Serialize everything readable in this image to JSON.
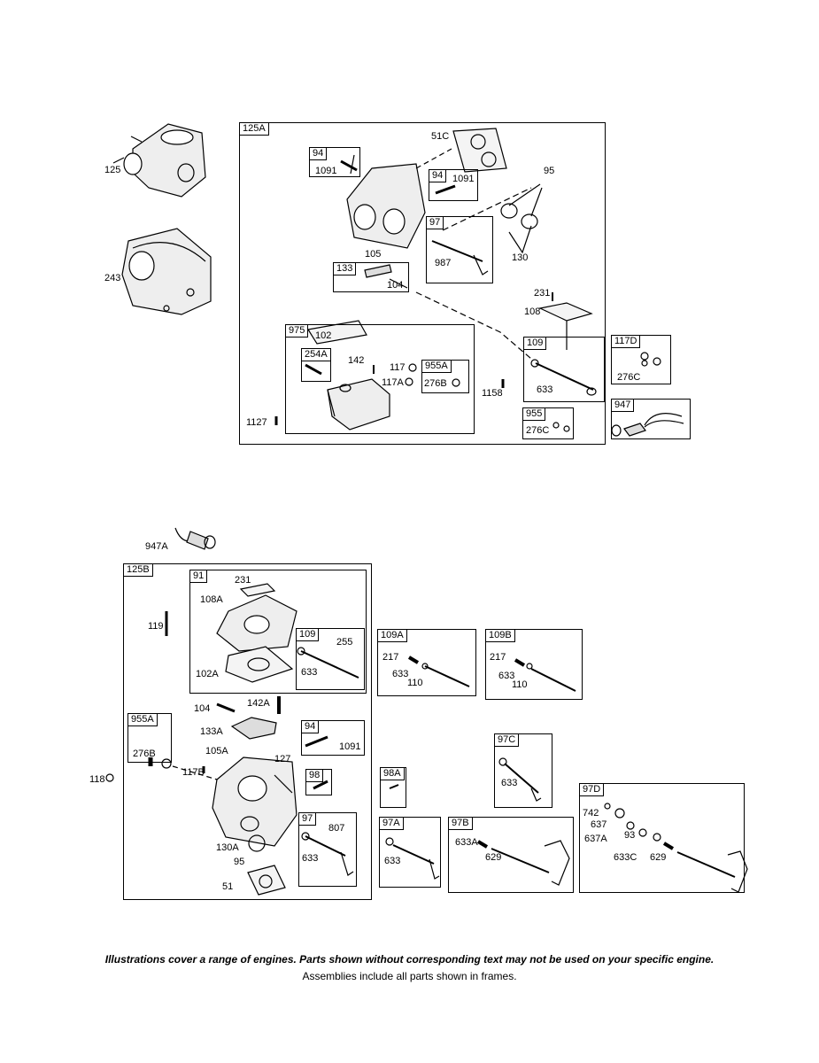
{
  "frames": {
    "f125a": "125A",
    "f94a": "94",
    "f94b": "94",
    "f97a": "97",
    "f133": "133",
    "f975": "975",
    "f254a": "254A",
    "f955a_top": "955A",
    "f109_top": "109",
    "f117d": "117D",
    "f955": "955",
    "f947": "947",
    "f125b": "125B",
    "f91": "91",
    "f109_b": "109",
    "f109a": "109A",
    "f109b": "109B",
    "f955a_b": "955A",
    "f94_b": "94",
    "f98": "98",
    "f97_b": "97",
    "f97c": "97C",
    "f98a": "98A",
    "f97a_b": "97A",
    "f97b": "97B",
    "f97d": "97D"
  },
  "labels": {
    "l125": "125",
    "l243": "243",
    "l51c": "51C",
    "l1091a": "1091",
    "l1091b": "1091",
    "l95": "95",
    "l987": "987",
    "l130": "130",
    "l105": "105",
    "l104": "104",
    "l231": "231",
    "l108": "108",
    "l102": "102",
    "l142": "142",
    "l117": "117",
    "l117a": "117A",
    "l276b": "276B",
    "l1158": "1158",
    "l633a": "633",
    "l276c_d": "276C",
    "l276c": "276C",
    "l1127": "1127",
    "l947a": "947A",
    "l231b": "231",
    "l108a": "108A",
    "l119": "119",
    "l255": "255",
    "l633b": "633",
    "l102a": "102A",
    "l217a": "217",
    "l633c": "633",
    "l110a": "110",
    "l217b": "217",
    "l633d": "633",
    "l110b": "110",
    "l104b": "104",
    "l142a": "142A",
    "l133a": "133A",
    "l1091c": "1091",
    "l276b2": "276B",
    "l105a": "105A",
    "l127": "127",
    "l117b": "117B",
    "l118": "118",
    "l633e": "633",
    "l807": "807",
    "l633f": "633",
    "l130a": "130A",
    "l95b": "95",
    "l51": "51",
    "l633g": "633",
    "l633h": "633A",
    "l629a": "629",
    "l742": "742",
    "l637": "637",
    "l637a": "637A",
    "l93": "93",
    "l633i": "633C",
    "l629b": "629"
  },
  "footer": {
    "note": "Illustrations cover a range of engines. Parts shown without corresponding text may not be used on your specific engine.",
    "assemblies": "Assemblies include all parts shown in frames."
  }
}
